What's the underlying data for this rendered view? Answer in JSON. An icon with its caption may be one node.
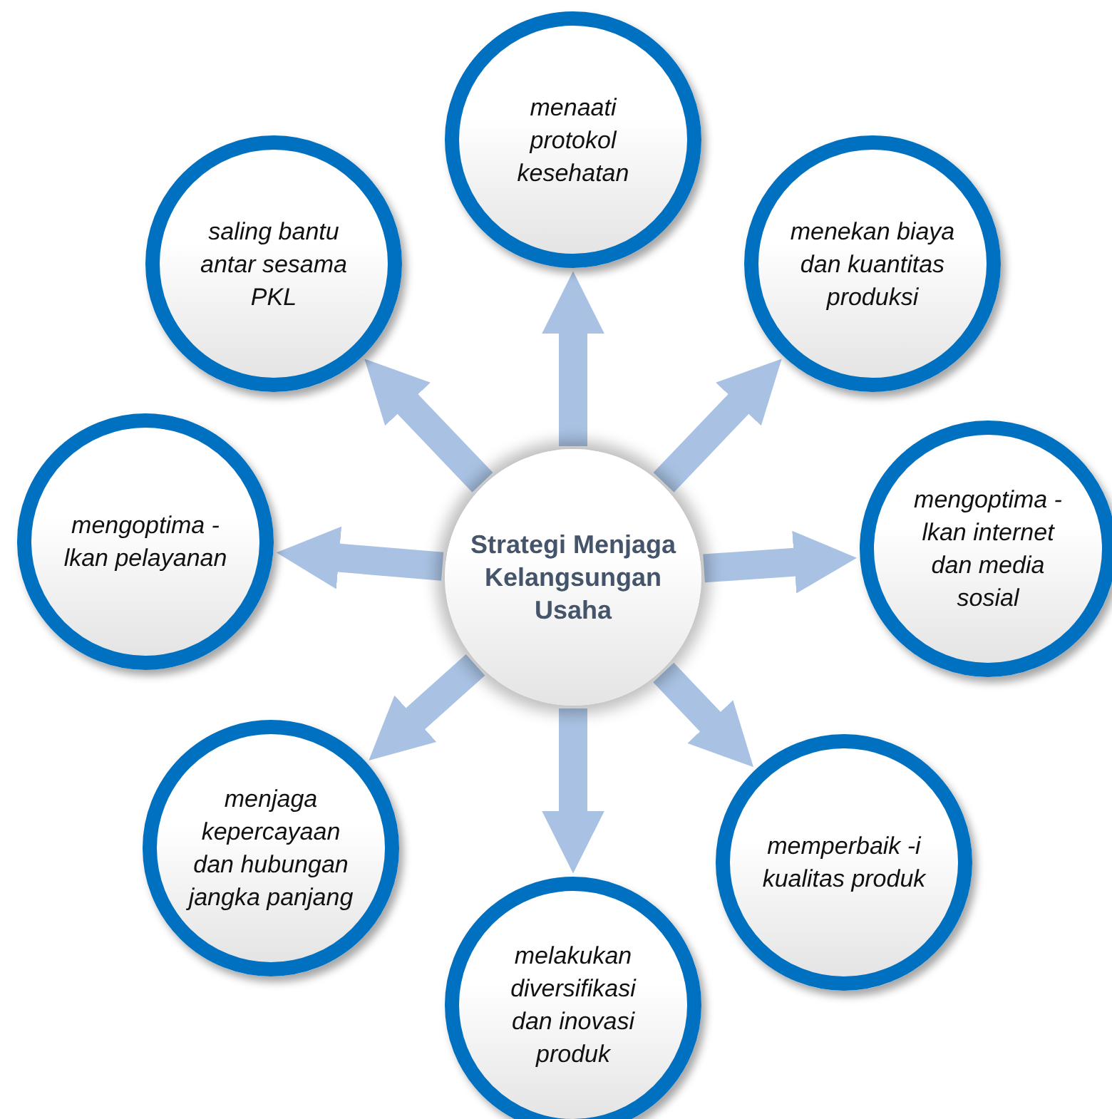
{
  "diagram": {
    "nodes": [
      {
        "text": [
          "Strategi Menjaga Kelangsungan Usaha"
        ]
      },
      {
        "text": [
          "menaati protokol kesehatan"
        ]
      },
      {
        "text": [
          "menekan biaya dan kuantitas produksi"
        ]
      },
      {
        "text": [
          "mengoptima -lkan internet dan media sosial"
        ]
      },
      {
        "text": [
          "memperbaik -i kualitas produk"
        ]
      },
      {
        "text": [
          "melakukan diversifikasi dan inovasi produk"
        ]
      },
      {
        "text": [
          "menjaga kepercayaan dan hubungan jangka panjang"
        ]
      },
      {
        "text": [
          "mengoptima -lkan pelayanan"
        ]
      },
      {
        "text": [
          "saling bantu antar sesama PKL"
        ]
      }
    ],
    "edges": [
      {
        "from": 0,
        "to": 1,
        "arrow": "to"
      },
      {
        "from": 0,
        "to": 2,
        "arrow": "to"
      },
      {
        "from": 0,
        "to": 3,
        "arrow": "to"
      },
      {
        "from": 0,
        "to": 4,
        "arrow": "to"
      },
      {
        "from": 0,
        "to": 5,
        "arrow": "to"
      },
      {
        "from": 0,
        "to": 6,
        "arrow": "to"
      },
      {
        "from": 0,
        "to": 7,
        "arrow": "to"
      },
      {
        "from": 0,
        "to": 8,
        "arrow": "to"
      }
    ]
  }
}
